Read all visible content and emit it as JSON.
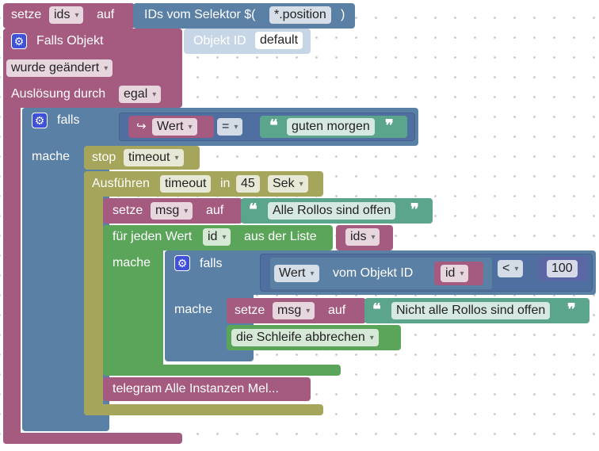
{
  "set_ids": {
    "setze": "setze",
    "var": "ids",
    "auf": "auf",
    "selector_label": "IDs vom Selektor $(",
    "selector_value": "*.position",
    "selector_close": ")"
  },
  "trigger": {
    "title": "Falls Objekt",
    "object_id_label": "Objekt ID",
    "object_id_value": "default",
    "condition": "wurde geändert",
    "trigger_label": "Auslösung durch",
    "trigger_value": "egal"
  },
  "if_outer": {
    "falls": "falls",
    "mache": "mache",
    "arrow": "↪",
    "var": "Wert",
    "op": "=",
    "text": "guten morgen"
  },
  "stop": {
    "label": "stop",
    "value": "timeout"
  },
  "timer": {
    "label": "Ausführen",
    "name": "timeout",
    "in": "in",
    "value": "45",
    "unit": "Sek"
  },
  "set_msg1": {
    "setze": "setze",
    "var": "msg",
    "auf": "auf",
    "text": "Alle Rollos sind offen"
  },
  "foreach": {
    "label": "für jeden Wert",
    "var": "id",
    "from": "aus der Liste",
    "list": "ids",
    "mache": "mache"
  },
  "if_inner": {
    "falls": "falls",
    "mache": "mache",
    "attr": "Wert",
    "of_object": "vom Objekt ID",
    "id": "id",
    "op": "<",
    "number": "100"
  },
  "set_msg2": {
    "setze": "setze",
    "var": "msg",
    "auf": "auf",
    "text": "Nicht alle Rollos sind offen"
  },
  "break": {
    "label": "die Schleife abbrechen"
  },
  "telegram": {
    "label": "telegram Alle Instanzen Mel..."
  },
  "colors": {
    "variables": "#a55b80",
    "logic": "#5b80a5",
    "timers": "#a5a55b",
    "loops": "#5ba55b",
    "text": "#5ba58c",
    "math": "#5b67a5"
  }
}
